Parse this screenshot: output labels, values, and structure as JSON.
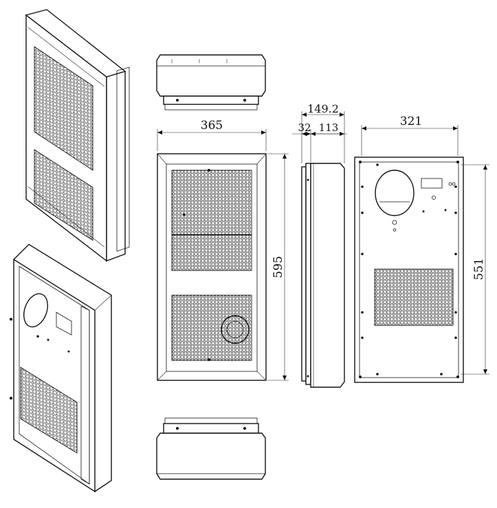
{
  "dimensions": {
    "front_width": "365",
    "front_height": "595",
    "side_total_depth": "149.2",
    "side_flange_depth": "32",
    "side_body_depth": "113",
    "rear_width": "321",
    "rear_height": "551"
  }
}
